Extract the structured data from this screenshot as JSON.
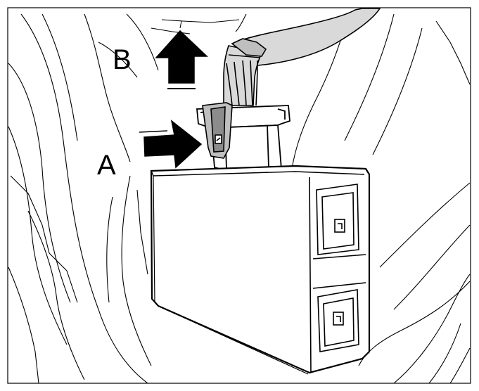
{
  "figure": {
    "callouts": {
      "a": "A",
      "b": "B"
    },
    "colors": {
      "line": "#000000",
      "harness_fill": "#d9d9d9",
      "background": "#ffffff"
    },
    "components": {
      "module": "control-module",
      "connector": "wiring-connector",
      "harness": "wiring-harness",
      "lock_tab": "connector-lock-tab",
      "arrow_a": "push-arrow",
      "arrow_b": "pull-up-arrow"
    }
  }
}
